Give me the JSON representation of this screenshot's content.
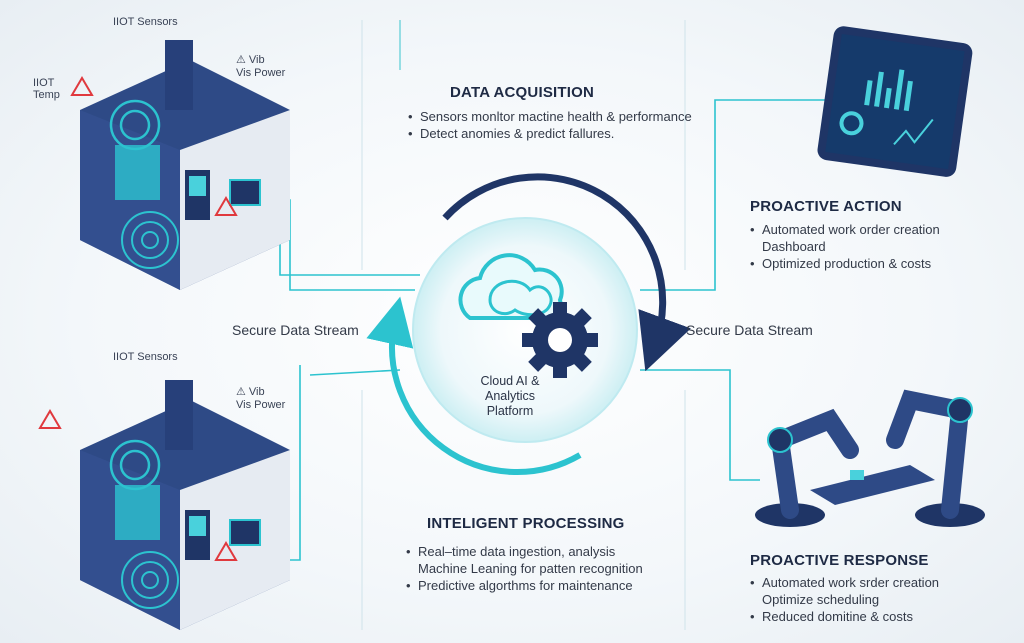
{
  "machine_top": {
    "sensors_label": "IIOT Sensors",
    "temp_label_1": "IIOT",
    "temp_label_2": "Temp",
    "vib_label": "Vib",
    "power_label": "Vis Power"
  },
  "machine_bottom": {
    "sensors_label": "IIOT Sensors",
    "vib_label": "Vib",
    "power_label": "Vis Power"
  },
  "data_acquisition": {
    "title": "DATA ACQUISITION",
    "bullets": [
      "Sensors monltor mactine health & performance",
      "Detect anomies & predict fallures."
    ]
  },
  "proactive_action": {
    "title": "PROACTIVE ACTION",
    "lines": [
      "Automated work order creation",
      "Dashboard",
      "Optimized production & costs"
    ]
  },
  "intelligent_processing": {
    "title": "INTELIGENT PROCESSING",
    "lines": [
      "Real–time data ingestion, analysis",
      "Machine Leaning for patten recognition",
      "Predictive algorthms for maintenance"
    ]
  },
  "proactive_response": {
    "title": "PROACTIVE RESPONSE",
    "lines": [
      "Automated work srder creation",
      "Optimize scheduling",
      "Reduced domitine & costs"
    ]
  },
  "stream_left": "Secure Data Stream",
  "stream_right": "Secure Data Stream",
  "platform": {
    "line1": "Cloud AI &",
    "line2": "Analytics",
    "line3": "Platform"
  },
  "colors": {
    "navy": "#1f3566",
    "teal": "#2cc3cf",
    "text": "#1e2a44",
    "warning": "#e0393e"
  }
}
